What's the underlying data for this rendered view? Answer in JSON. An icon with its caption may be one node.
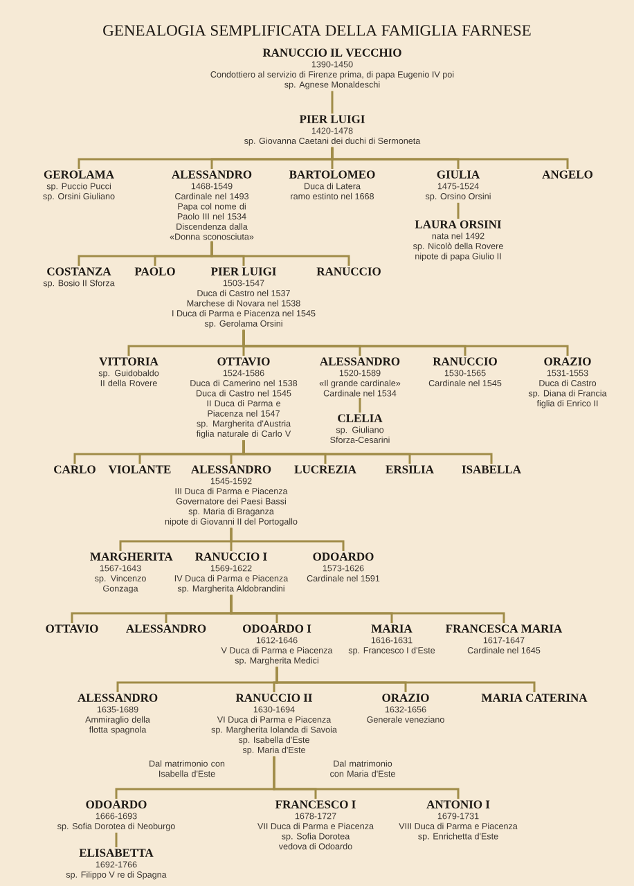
{
  "diagram": {
    "title": "GENEALOGIA SEMPLIFICATA DELLA FAMIGLIA FARNESE",
    "nodes": [
      {
        "text": [
          "RANUCCIO IL VECCHIO",
          "1390-1450",
          "Condottiero al servizio di Firenze prima, di papa Eugenio IV poi",
          "sp. Agnese Monaldeschi"
        ]
      },
      {
        "text": [
          "PIER LUIGI",
          "1420-1478",
          "sp. Giovanna Caetani dei duchi di Sermoneta"
        ]
      },
      {
        "text": [
          "GEROLAMA",
          "sp. Puccio Pucci",
          "sp. Orsini Giuliano"
        ]
      },
      {
        "text": [
          "ALESSANDRO",
          "1468-1549",
          "Cardinale nel 1493",
          "Papa col nome di Paolo III nel 1534",
          "Discendenza dalla «Donna sconosciuta»"
        ]
      },
      {
        "text": [
          "BARTOLOMEO",
          "Duca di Latera",
          "ramo estinto nel 1668"
        ]
      },
      {
        "text": [
          "GIULIA",
          "1475-1524",
          "sp. Orsino Orsini"
        ]
      },
      {
        "text": [
          "ANGELO"
        ]
      },
      {
        "text": [
          "LAURA ORSINI",
          "nata nel 1492",
          "sp. Nicolò della Rovere",
          "nipote di papa Giulio II"
        ]
      },
      {
        "text": [
          "COSTANZA",
          "sp. Bosio II Sforza"
        ]
      },
      {
        "text": [
          "PAOLO"
        ]
      },
      {
        "text": [
          "PIER LUIGI",
          "1503-1547",
          "Duca di Castro nel 1537",
          "Marchese di Novara nel 1538",
          "I Duca di Parma e Piacenza nel 1545",
          "sp. Gerolama Orsini"
        ]
      },
      {
        "text": [
          "RANUCCIO"
        ]
      },
      {
        "text": [
          "VITTORIA",
          "sp. Guidobaldo II della Rovere"
        ]
      },
      {
        "text": [
          "OTTAVIO",
          "1524-1586",
          "Duca di Camerino nel 1538",
          "Duca di Castro nel 1545",
          "II Duca di Parma e Piacenza nel 1547",
          "sp. Margherita d'Austria",
          "figlia naturale di Carlo V"
        ]
      },
      {
        "text": [
          "ALESSANDRO",
          "1520-1589",
          "«Il grande cardinale»",
          "Cardinale nel 1534"
        ]
      },
      {
        "text": [
          "RANUCCIO",
          "1530-1565",
          "Cardinale nel 1545"
        ]
      },
      {
        "text": [
          "ORAZIO",
          "1531-1553",
          "Duca di Castro",
          "sp. Diana di Francia",
          "figlia di Enrico II"
        ]
      },
      {
        "text": [
          "CLELIA",
          "sp. Giuliano Sforza-Cesarini"
        ]
      },
      {
        "text": [
          "CARLO"
        ]
      },
      {
        "text": [
          "VIOLANTE"
        ]
      },
      {
        "text": [
          "ALESSANDRO",
          "1545-1592",
          "III Duca di Parma e Piacenza",
          "Governatore dei Paesi Bassi",
          "sp. Maria di Braganza",
          "nipote di Giovanni II del Portogallo"
        ]
      },
      {
        "text": [
          "LUCREZIA"
        ]
      },
      {
        "text": [
          "ERSILIA"
        ]
      },
      {
        "text": [
          "ISABELLA"
        ]
      },
      {
        "text": [
          "MARGHERITA",
          "1567-1643",
          "sp. Vincenzo Gonzaga"
        ]
      },
      {
        "text": [
          "RANUCCIO I",
          "1569-1622",
          "IV Duca di Parma e Piacenza",
          "sp. Margherita Aldobrandini"
        ]
      },
      {
        "text": [
          "ODOARDO",
          "1573-1626",
          "Cardinale nel 1591"
        ]
      },
      {
        "text": [
          "OTTAVIO"
        ]
      },
      {
        "text": [
          "ALESSANDRO"
        ]
      },
      {
        "text": [
          "ODOARDO I",
          "1612-1646",
          "V Duca di Parma e Piacenza",
          "sp. Margherita Medici"
        ]
      },
      {
        "text": [
          "MARIA",
          "1616-1631",
          "sp. Francesco I d'Este"
        ]
      },
      {
        "text": [
          "FRANCESCA MARIA",
          "1617-1647",
          "Cardinale nel 1645"
        ]
      },
      {
        "text": [
          "ALESSANDRO",
          "1635-1689",
          "Ammiraglio della flotta spagnola"
        ]
      },
      {
        "text": [
          "RANUCCIO II",
          "1630-1694",
          "VI Duca di Parma e Piacenza",
          "sp. Margherita Iolanda di Savoia",
          "sp. Isabella d'Este",
          "sp. Maria d'Este"
        ]
      },
      {
        "text": [
          "ORAZIO",
          "1632-1656",
          "Generale veneziano"
        ]
      },
      {
        "text": [
          "MARIA CATERINA"
        ]
      },
      {
        "text": [
          "ODOARDO",
          "1666-1693",
          "sp. Sofia Dorotea di Neoburgo"
        ]
      },
      {
        "text": [
          "FRANCESCO I",
          "1678-1727",
          "VII Duca di Parma e Piacenza",
          "sp. Sofia Dorotea",
          "vedova di Odoardo"
        ]
      },
      {
        "text": [
          "ANTONIO I",
          "1679-1731",
          "VIII Duca di Parma e Piacenza",
          "sp. Enrichetta d'Este"
        ]
      },
      {
        "text": [
          "ELISABETTA",
          "1692-1766",
          "sp. Filippo V re di Spagna"
        ]
      }
    ],
    "edges": [
      {
        "from": 0,
        "to": 1,
        "arrow": "none"
      },
      {
        "from": 1,
        "to": 2,
        "arrow": "none"
      },
      {
        "from": 1,
        "to": 3,
        "arrow": "none"
      },
      {
        "from": 1,
        "to": 4,
        "arrow": "none"
      },
      {
        "from": 1,
        "to": 5,
        "arrow": "none"
      },
      {
        "from": 1,
        "to": 6,
        "arrow": "none"
      },
      {
        "from": 5,
        "to": 7,
        "arrow": "none"
      },
      {
        "from": 3,
        "to": 8,
        "arrow": "none"
      },
      {
        "from": 3,
        "to": 9,
        "arrow": "none"
      },
      {
        "from": 3,
        "to": 10,
        "arrow": "none"
      },
      {
        "from": 3,
        "to": 11,
        "arrow": "none"
      },
      {
        "from": 10,
        "to": 12,
        "arrow": "none"
      },
      {
        "from": 10,
        "to": 13,
        "arrow": "none"
      },
      {
        "from": 10,
        "to": 14,
        "arrow": "none"
      },
      {
        "from": 10,
        "to": 15,
        "arrow": "none"
      },
      {
        "from": 10,
        "to": 16,
        "arrow": "none"
      },
      {
        "from": 14,
        "to": 17,
        "arrow": "none"
      },
      {
        "from": 13,
        "to": 18,
        "arrow": "none"
      },
      {
        "from": 13,
        "to": 19,
        "arrow": "none"
      },
      {
        "from": 13,
        "to": 20,
        "arrow": "none"
      },
      {
        "from": 13,
        "to": 21,
        "arrow": "none"
      },
      {
        "from": 13,
        "to": 22,
        "arrow": "none"
      },
      {
        "from": 13,
        "to": 23,
        "arrow": "none"
      },
      {
        "from": 20,
        "to": 24,
        "arrow": "none"
      },
      {
        "from": 20,
        "to": 25,
        "arrow": "none"
      },
      {
        "from": 20,
        "to": 26,
        "arrow": "none"
      },
      {
        "from": 25,
        "to": 27,
        "arrow": "none"
      },
      {
        "from": 25,
        "to": 28,
        "arrow": "none"
      },
      {
        "from": 25,
        "to": 29,
        "arrow": "none"
      },
      {
        "from": 25,
        "to": 30,
        "arrow": "none"
      },
      {
        "from": 25,
        "to": 31,
        "arrow": "none"
      },
      {
        "from": 29,
        "to": 32,
        "arrow": "none"
      },
      {
        "from": 29,
        "to": 33,
        "arrow": "none"
      },
      {
        "from": 29,
        "to": 34,
        "arrow": "none"
      },
      {
        "from": 29,
        "to": 35,
        "arrow": "none"
      },
      {
        "from": 33,
        "to": 36,
        "arrow": "none"
      },
      {
        "from": 33,
        "to": 37,
        "arrow": "none"
      },
      {
        "from": 33,
        "to": 38,
        "arrow": "none"
      },
      {
        "from": 36,
        "to": 39,
        "arrow": "none"
      }
    ],
    "labels": [
      "Dal matrimonio con Isabella d'Este",
      "Dal matrimonio con Maria d'Este"
    ]
  }
}
